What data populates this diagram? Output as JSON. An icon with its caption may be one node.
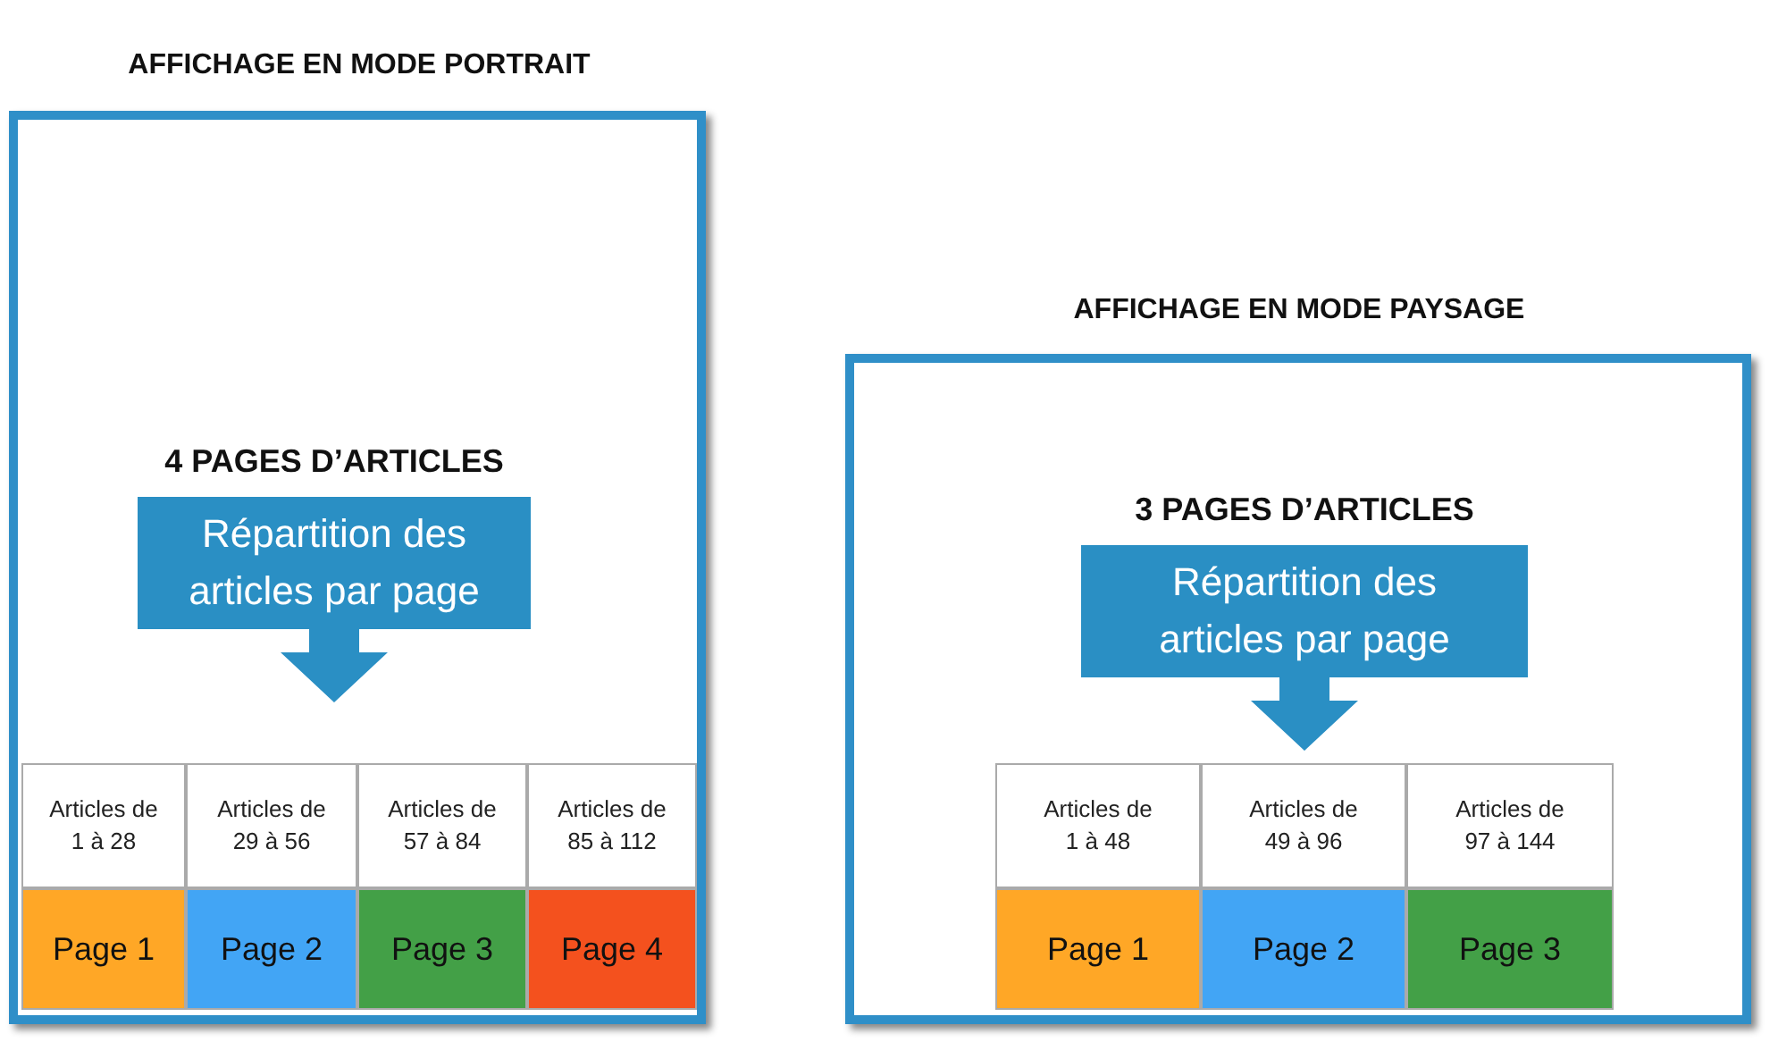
{
  "diagram": {
    "nodes": [
      {
        "text": [
          "AFFICHAGE EN MODE PORTRAIT"
        ]
      },
      {
        "text": [
          "4 PAGES D’ARTICLES",
          "Répartition des articles par page"
        ],
        "in": 0
      },
      {
        "text": [
          "Articles de 1 à 28"
        ],
        "in": 0
      },
      {
        "text": [
          "Articles de 29 à 56"
        ],
        "in": 0
      },
      {
        "text": [
          "Articles de 57 à 84"
        ],
        "in": 0
      },
      {
        "text": [
          "Articles de 85 à 112"
        ],
        "in": 0
      },
      {
        "text": [
          "Page 1"
        ],
        "in": 0
      },
      {
        "text": [
          "Page 2"
        ],
        "in": 0
      },
      {
        "text": [
          "Page 3"
        ],
        "in": 0
      },
      {
        "text": [
          "Page 4"
        ],
        "in": 0
      },
      {
        "text": [
          "AFFICHAGE EN MODE PAYSAGE"
        ]
      },
      {
        "text": [
          "3 PAGES D’ARTICLES",
          "Répartition des articles par page"
        ],
        "in": 10
      },
      {
        "text": [
          "Articles de 1 à 48"
        ],
        "in": 10
      },
      {
        "text": [
          "Articles de 49 à 96"
        ],
        "in": 10
      },
      {
        "text": [
          "Articles de 97 à 144"
        ],
        "in": 10
      },
      {
        "text": [
          "Page 1"
        ],
        "in": 10
      },
      {
        "text": [
          "Page 2"
        ],
        "in": 10
      },
      {
        "text": [
          "Page 3"
        ],
        "in": 10
      }
    ],
    "edges": []
  }
}
